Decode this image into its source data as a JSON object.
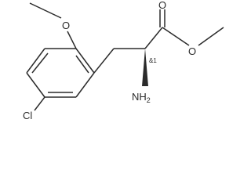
{
  "molecule": {
    "atoms": {
      "cl": "Cl",
      "o_methoxy": "O",
      "o_carbonyl": "O",
      "o_ester": "O",
      "n_text": "NH",
      "n_sub": "2",
      "stereo": "&1"
    }
  }
}
